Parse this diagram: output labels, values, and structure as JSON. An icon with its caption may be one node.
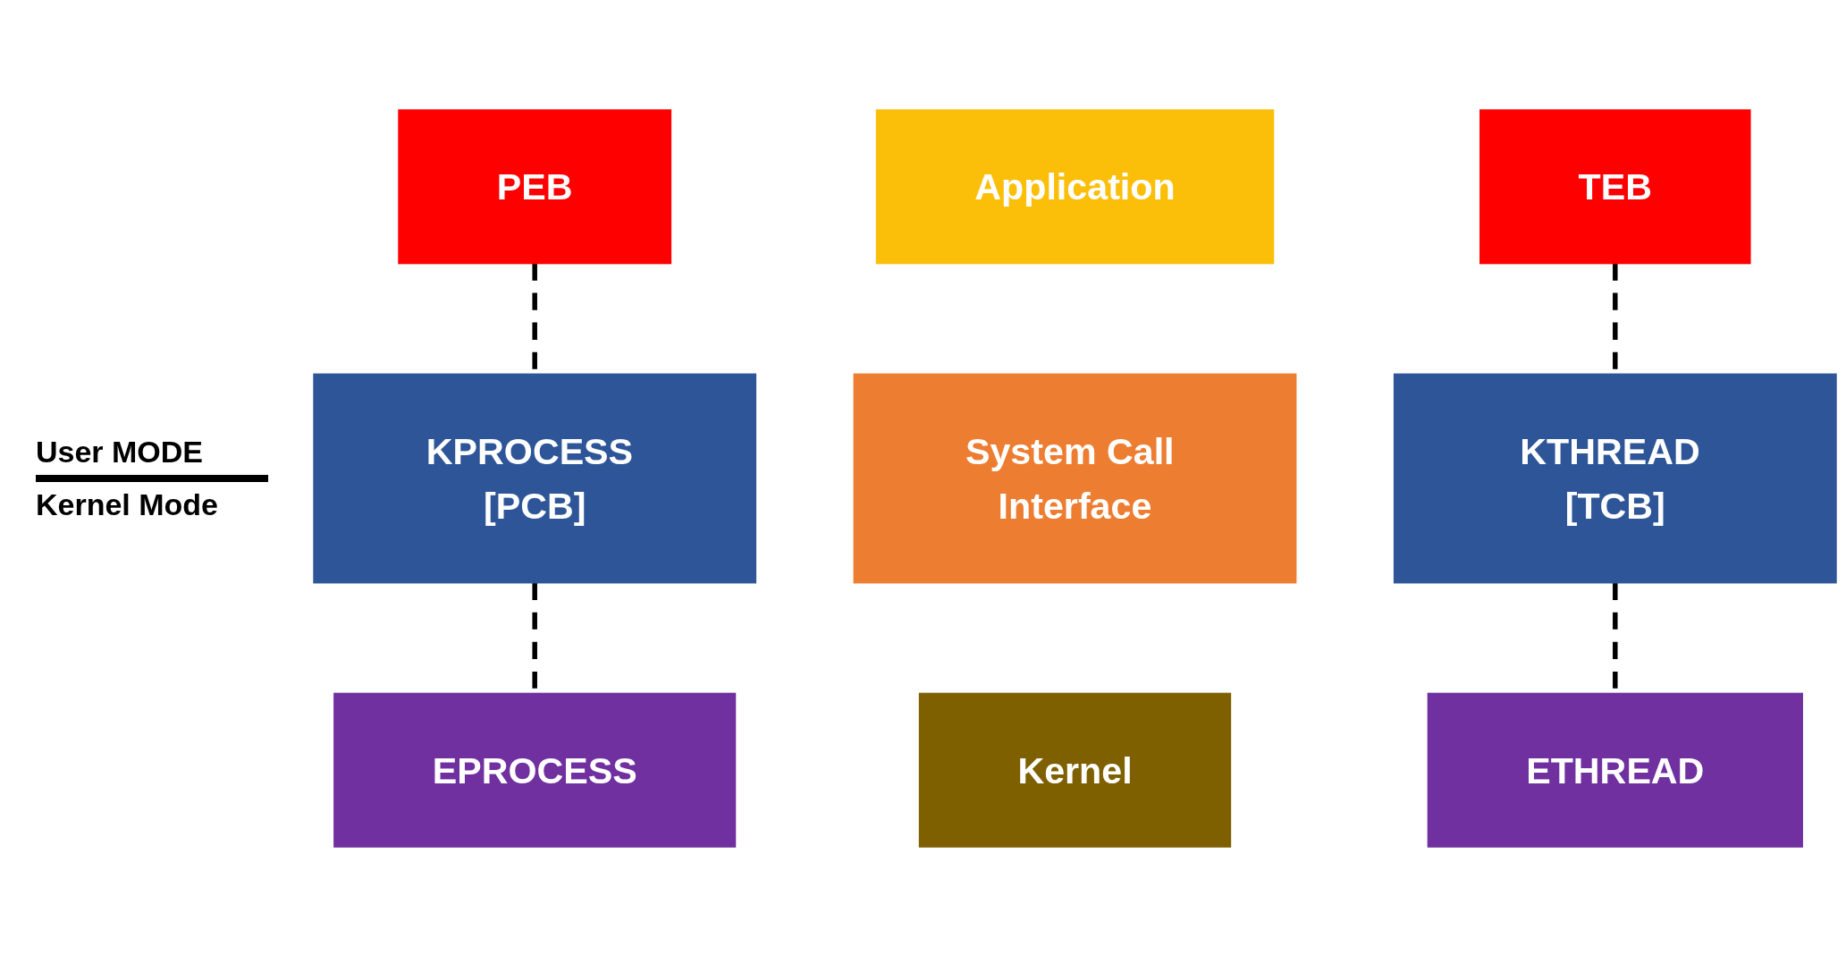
{
  "diagram": {
    "nodes": [
      {
        "text": [
          "PEB"
        ]
      },
      {
        "text": [
          "TEB"
        ]
      },
      {
        "text": [
          "Application"
        ]
      },
      {
        "text": [
          "System Call Interface"
        ]
      },
      {
        "text": [
          "Kernel"
        ]
      },
      {
        "text": [
          "KPROCESS [PCB]"
        ]
      },
      {
        "text": [
          "KTHREAD [TCB]"
        ]
      },
      {
        "text": [
          "EPROCESS"
        ]
      },
      {
        "text": [
          "ETHREAD"
        ]
      }
    ],
    "edges": [
      {
        "from": 0,
        "to": 5,
        "arrow": "none",
        "style": "dashed"
      },
      {
        "from": 5,
        "to": 7,
        "arrow": "none",
        "style": "dashed"
      },
      {
        "from": 1,
        "to": 6,
        "arrow": "none",
        "style": "dashed"
      },
      {
        "from": 6,
        "to": 8,
        "arrow": "none",
        "style": "dashed"
      }
    ],
    "labels": [
      "User MODE",
      "Kernel Mode"
    ]
  }
}
